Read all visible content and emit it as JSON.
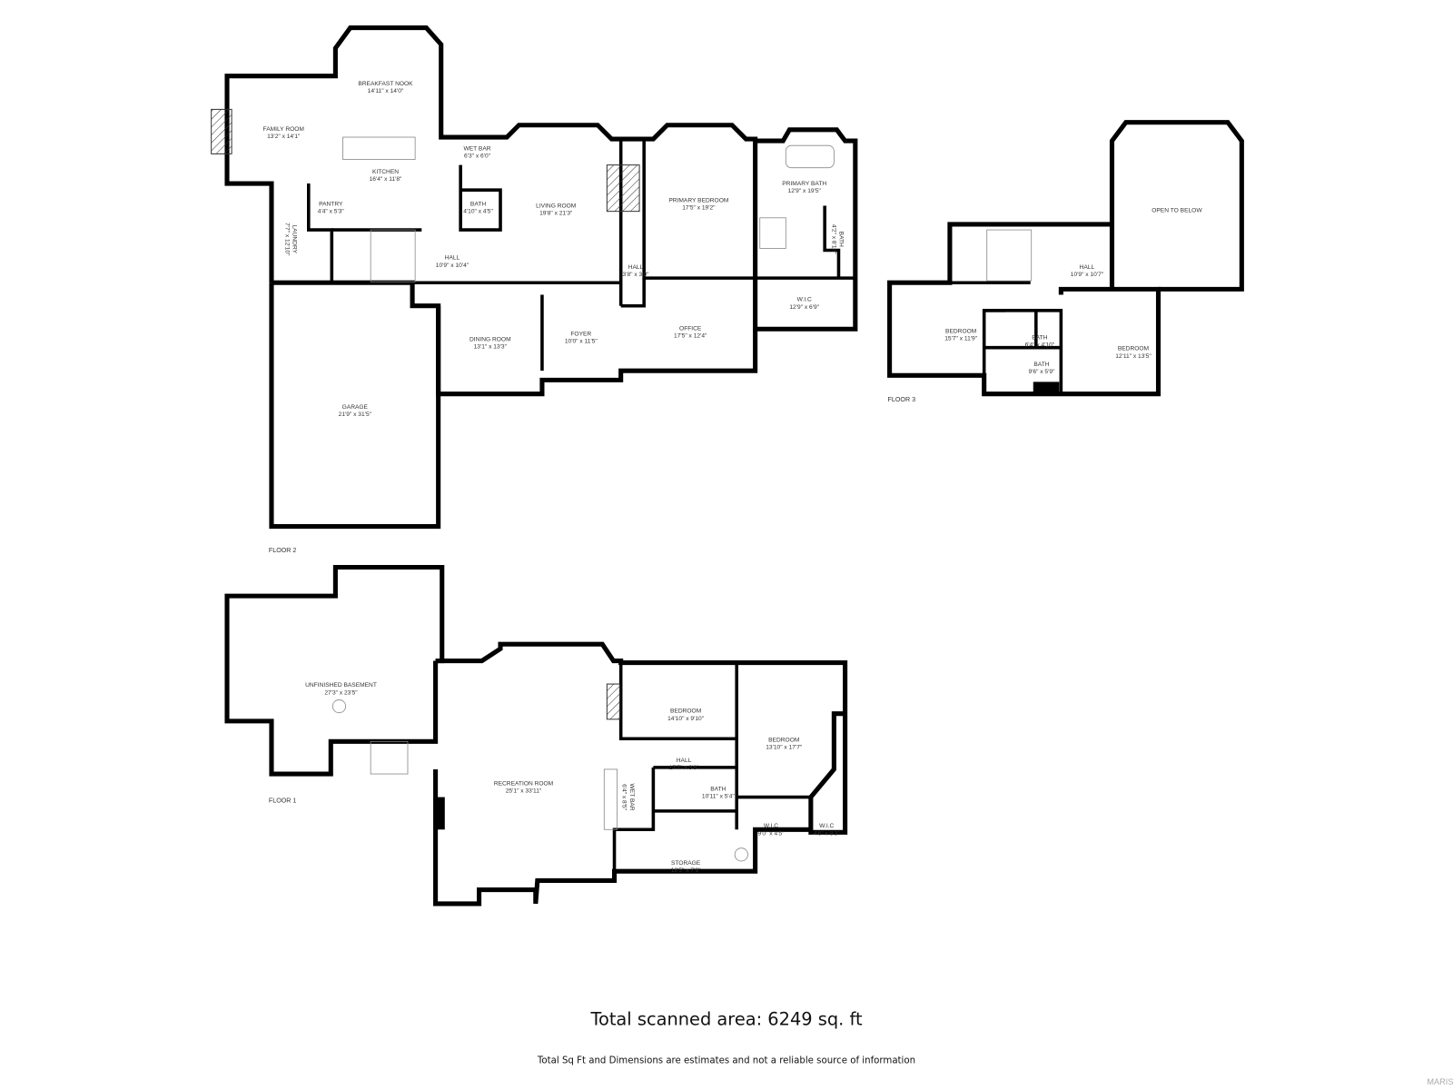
{
  "floors": {
    "floor2": {
      "label": "FLOOR 2",
      "rooms": [
        {
          "name": "BREAKFAST NOOK",
          "dims": "14'11\" x 14'0\""
        },
        {
          "name": "FAMILY ROOM",
          "dims": "13'2\" x 14'1\""
        },
        {
          "name": "KITCHEN",
          "dims": "16'4\" x 11'8\""
        },
        {
          "name": "PANTRY",
          "dims": "4'4\" x 5'3\""
        },
        {
          "name": "WET BAR",
          "dims": "6'3\" x 6'0\""
        },
        {
          "name": "BATH",
          "dims": "4'10\" x 4'5\""
        },
        {
          "name": "LIVING ROOM",
          "dims": "19'8\" x 21'3\""
        },
        {
          "name": "PRIMARY BEDROOM",
          "dims": "17'5\" x 19'2\""
        },
        {
          "name": "PRIMARY BATH",
          "dims": "12'9\" x 19'5\""
        },
        {
          "name": "BATH",
          "dims": "4'2\" x 8'10\""
        },
        {
          "name": "LAUNDRY",
          "dims": "7'7\" x 12'10\""
        },
        {
          "name": "HALL",
          "dims": "10'9\" x 10'4\""
        },
        {
          "name": "HALL",
          "dims": "3'8\" x 3'9\""
        },
        {
          "name": "W.I.C",
          "dims": "12'9\" x 6'9\""
        },
        {
          "name": "DINING ROOM",
          "dims": "13'1\" x 13'3\""
        },
        {
          "name": "FOYER",
          "dims": "10'0\" x 11'5\""
        },
        {
          "name": "OFFICE",
          "dims": "17'5\" x 12'4\""
        },
        {
          "name": "GARAGE",
          "dims": "21'9\" x 31'5\""
        }
      ]
    },
    "floor3": {
      "label": "FLOOR 3",
      "rooms": [
        {
          "name": "OPEN TO BELOW",
          "dims": ""
        },
        {
          "name": "HALL",
          "dims": "10'9\" x 10'7\""
        },
        {
          "name": "BEDROOM",
          "dims": "15'7\" x 11'9\""
        },
        {
          "name": "BATH",
          "dims": "6'4\" x 4'10\""
        },
        {
          "name": "BATH",
          "dims": "9'6\" x 5'9\""
        },
        {
          "name": "BEDROOM",
          "dims": "12'11\" x 13'5\""
        }
      ]
    },
    "floor1": {
      "label": "FLOOR 1",
      "rooms": [
        {
          "name": "UNFINISHED BASEMENT",
          "dims": "27'3\" x 23'5\""
        },
        {
          "name": "RECREATION ROOM",
          "dims": "25'1\" x 33'11\""
        },
        {
          "name": "BEDROOM",
          "dims": "14'10\" x 9'10\""
        },
        {
          "name": "BEDROOM",
          "dims": "13'10\" x 17'7\""
        },
        {
          "name": "HALL",
          "dims": "17'7\" x 3'8\""
        },
        {
          "name": "BATH",
          "dims": "10'11\" x 5'4\""
        },
        {
          "name": "WET BAR",
          "dims": "6'4\" x 8'5\""
        },
        {
          "name": "W.I.C",
          "dims": "9'0\" x 4'5\""
        },
        {
          "name": "W.I.C",
          "dims": "4'6\" x 8'3\""
        },
        {
          "name": "STORAGE",
          "dims": "18'5\" x 7'9\""
        }
      ]
    }
  },
  "footer": {
    "total": "Total scanned area: 6249 sq. ft",
    "disclaimer": "Total Sq Ft and Dimensions are estimates and not a reliable source of information"
  },
  "watermark": "MARIS",
  "colors": {
    "wall": "#000000",
    "text": "#333333",
    "background": "#ffffff"
  }
}
